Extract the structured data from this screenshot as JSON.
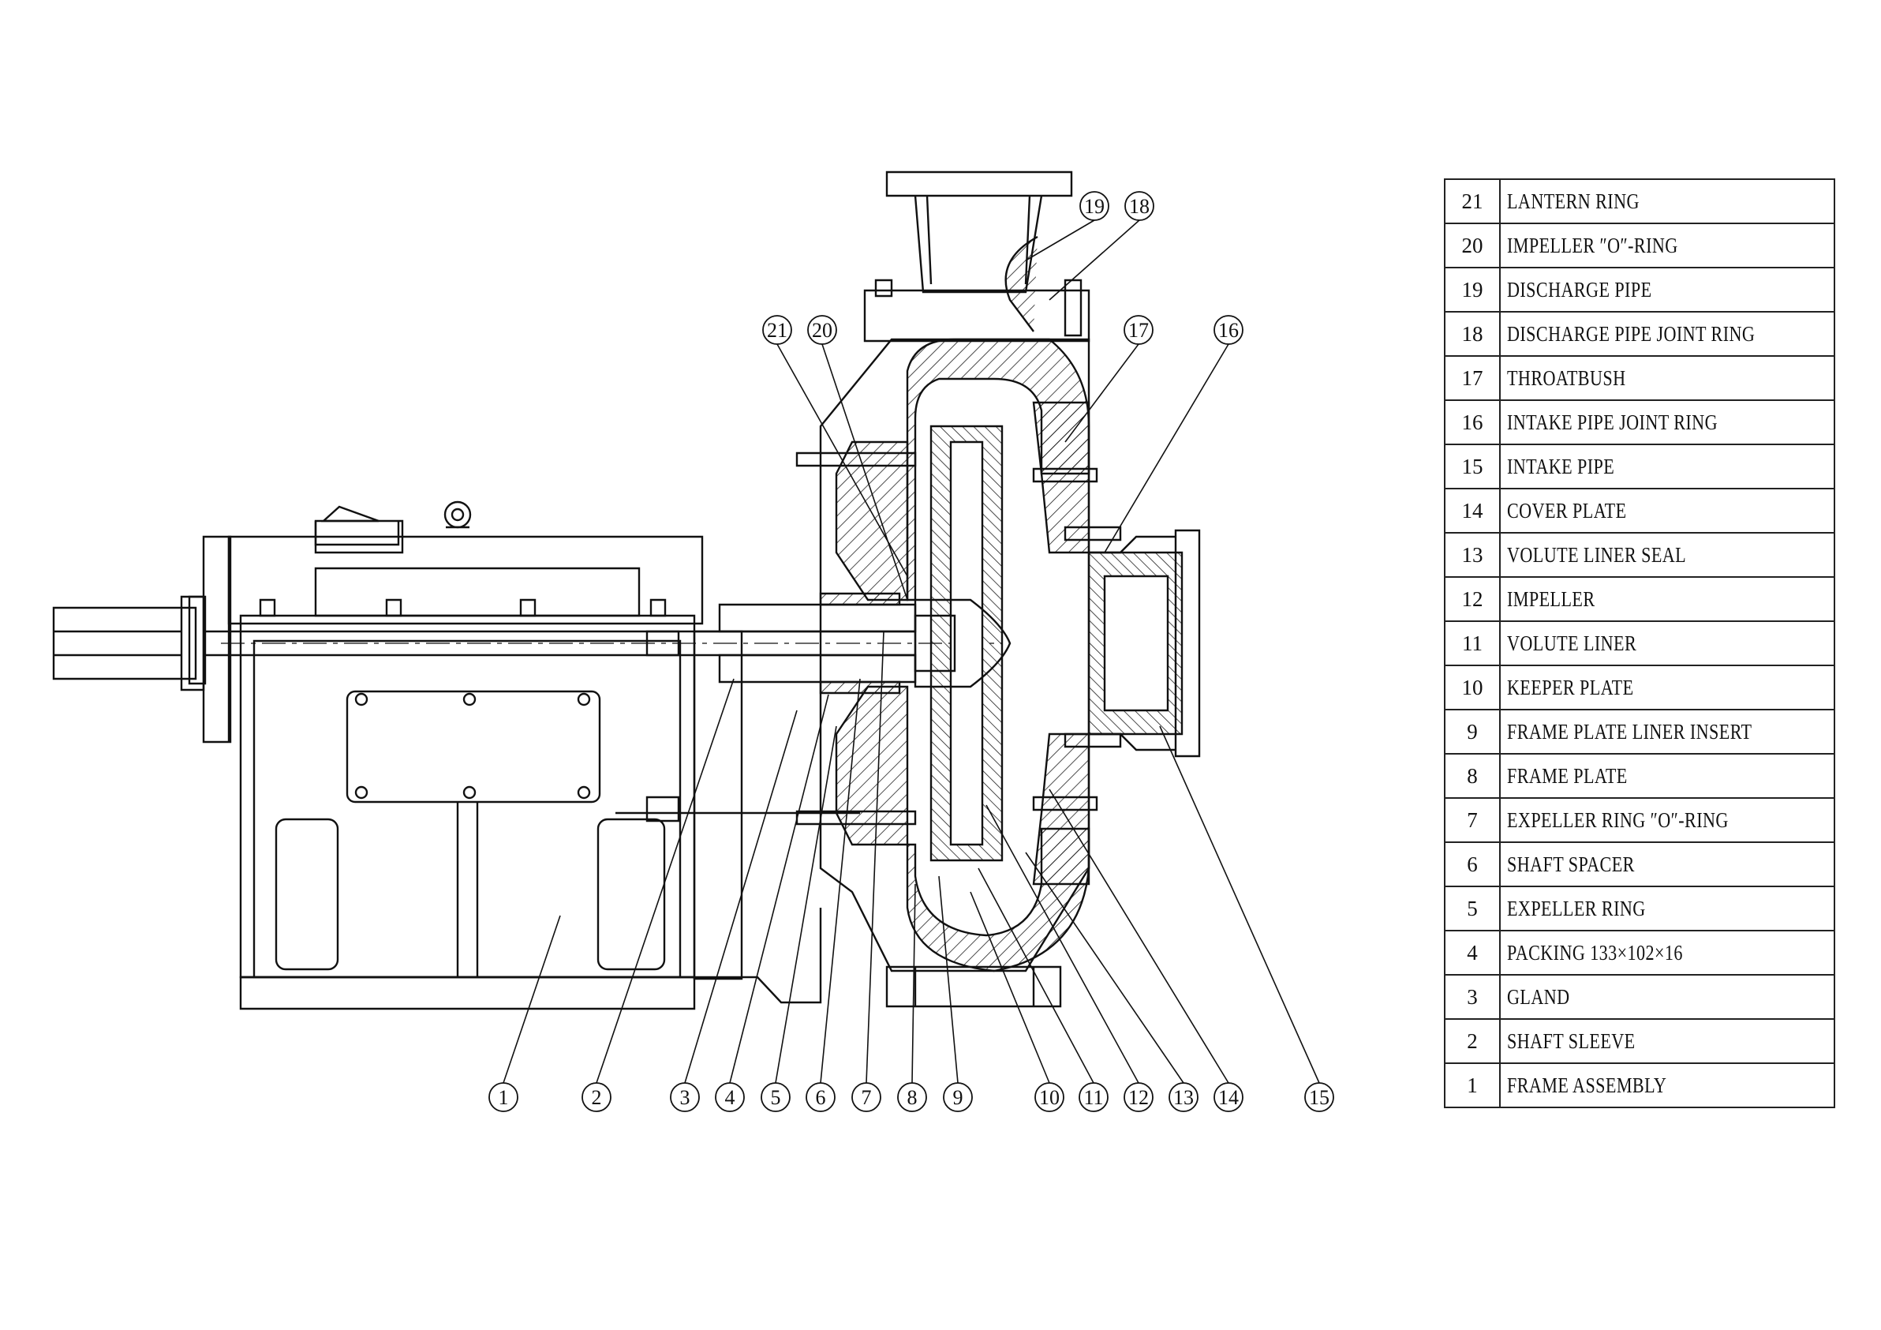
{
  "parts_list": [
    {
      "no": "21",
      "name": "LANTERN RING"
    },
    {
      "no": "20",
      "name": "IMPELLER ″O″-RING"
    },
    {
      "no": "19",
      "name": "DISCHARGE PIPE"
    },
    {
      "no": "18",
      "name": "DISCHARGE PIPE JOINT RING"
    },
    {
      "no": "17",
      "name": "THROATBUSH"
    },
    {
      "no": "16",
      "name": "INTAKE PIPE JOINT RING"
    },
    {
      "no": "15",
      "name": "INTAKE PIPE"
    },
    {
      "no": "14",
      "name": "COVER PLATE"
    },
    {
      "no": "13",
      "name": "VOLUTE LINER SEAL"
    },
    {
      "no": "12",
      "name": "IMPELLER"
    },
    {
      "no": "11",
      "name": "VOLUTE LINER"
    },
    {
      "no": "10",
      "name": "KEEPER PLATE"
    },
    {
      "no": "9",
      "name": "FRAME PLATE LINER INSERT"
    },
    {
      "no": "8",
      "name": "FRAME PLATE"
    },
    {
      "no": "7",
      "name": "EXPELLER RING ″O″-RING"
    },
    {
      "no": "6",
      "name": "SHAFT SPACER"
    },
    {
      "no": "5",
      "name": "EXPELLER RING"
    },
    {
      "no": "4",
      "name": "PACKING 133×102×16"
    },
    {
      "no": "3",
      "name": "GLAND"
    },
    {
      "no": "2",
      "name": "SHAFT SLEEVE"
    },
    {
      "no": "1",
      "name": "FRAME ASSEMBLY"
    }
  ],
  "callouts_bottom": [
    "1",
    "2",
    "3",
    "4",
    "5",
    "6",
    "7",
    "8",
    "9",
    "10",
    "11",
    "12",
    "13",
    "14",
    "15"
  ],
  "callouts_top": [
    "21",
    "20",
    "19",
    "18",
    "17",
    "16"
  ],
  "line_color": "#111111"
}
